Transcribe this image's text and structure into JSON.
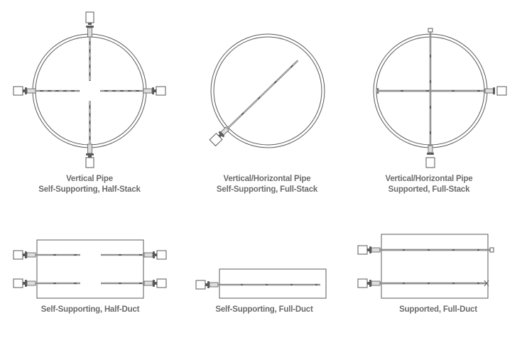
{
  "colors": {
    "line": "#5a5a5a",
    "label": "#6b6b6b",
    "background": "#ffffff"
  },
  "diagrams": [
    {
      "id": "vertical-pipe-half-stack",
      "line1": "Vertical Pipe",
      "line2": "Self-Supporting, Half-Stack"
    },
    {
      "id": "vh-pipe-self-full-stack",
      "line1": "Vertical/Horizontal Pipe",
      "line2": "Self-Supporting, Full-Stack"
    },
    {
      "id": "vh-pipe-supported-full-stack",
      "line1": "Vertical/Horizontal Pipe",
      "line2": "Supported, Full-Stack"
    },
    {
      "id": "self-supporting-half-duct",
      "line1": "Self-Supporting, Half-Duct"
    },
    {
      "id": "self-supporting-full-duct",
      "line1": "Self-Supporting, Full-Duct"
    },
    {
      "id": "supported-full-duct",
      "line1": "Supported, Full-Duct"
    }
  ]
}
